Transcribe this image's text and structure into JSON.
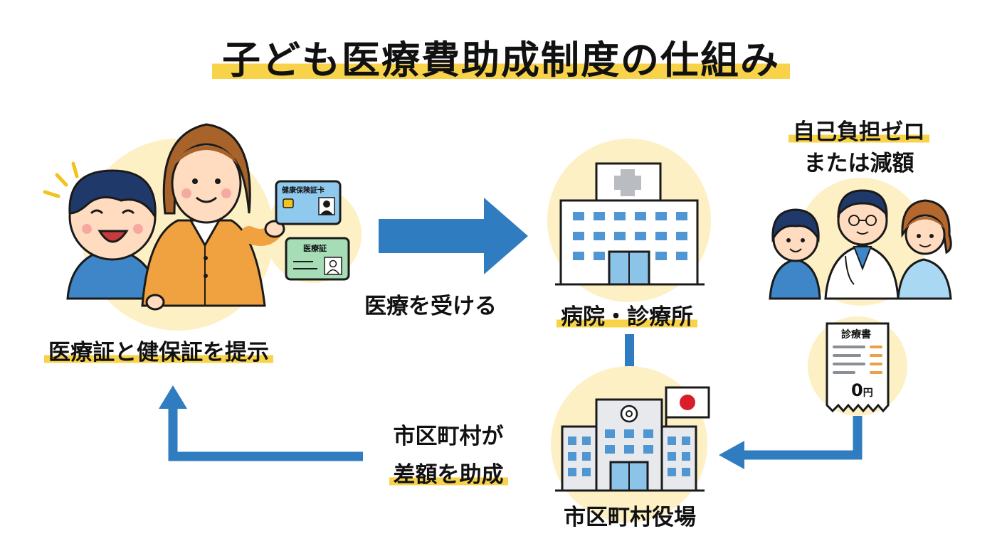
{
  "title": "子ども医療費助成制度の仕組み",
  "steps": {
    "present": "医療証と健保証を提示",
    "receive": "医療を受ける",
    "hospital": "病院・診療所",
    "self_pay_line1": "自己負担ゼロ",
    "self_pay_line2": "または減額",
    "city_hall": "市区町村役場",
    "subsidy_line1": "市区町村が",
    "subsidy_line2": "差額を助成"
  },
  "cards": {
    "insurance_card": "健康保険証卡",
    "medical_card": "医療証"
  },
  "receipt": {
    "title": "診療書",
    "amount": "0",
    "currency": "円"
  },
  "colors": {
    "arrow": "#2f7cc1",
    "highlight": "#f8d34a",
    "circle_bg": "#fdf0c4"
  }
}
